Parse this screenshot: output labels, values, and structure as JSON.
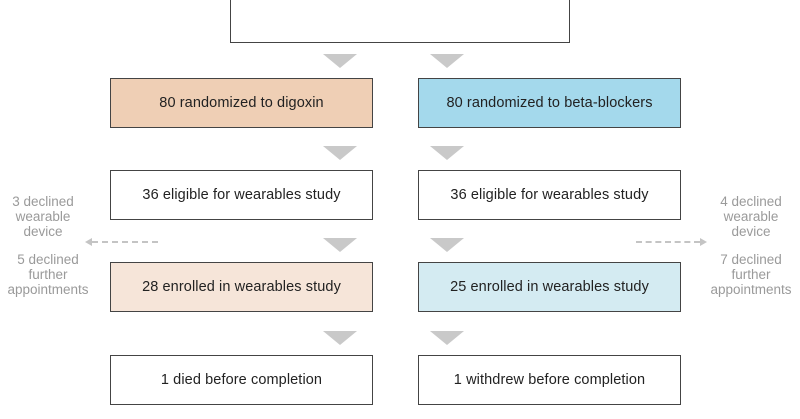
{
  "top": {
    "label": ""
  },
  "left_arm": {
    "randomized": "80 randomized to digoxin",
    "eligible": "36 eligible for wearables study",
    "enrolled": "28 enrolled in wearables study",
    "outcome": "1 died before completion",
    "exclusions": {
      "declined_device": [
        "3 declined",
        "wearable",
        "device"
      ],
      "declined_appointments": [
        "5 declined",
        "further",
        "appointments"
      ]
    }
  },
  "right_arm": {
    "randomized": "80 randomized to beta-blockers",
    "eligible": "36 eligible for wearables study",
    "enrolled": "25 enrolled in wearables study",
    "outcome": "1 withdrew before completion",
    "exclusions": {
      "declined_device": [
        "4 declined",
        "wearable",
        "device"
      ],
      "declined_appointments": [
        "7 declined",
        "further",
        "appointments"
      ]
    }
  },
  "colors": {
    "digoxin_fill": "#efcfb5",
    "beta_blocker_fill": "#a4d9ec",
    "digoxin_enrolled_fill": "#f6e5d9",
    "beta_blocker_enrolled_fill": "#d4ebf2",
    "arrow": "#c9c9c9",
    "side_text": "#9a9a9a",
    "border": "#444444"
  }
}
